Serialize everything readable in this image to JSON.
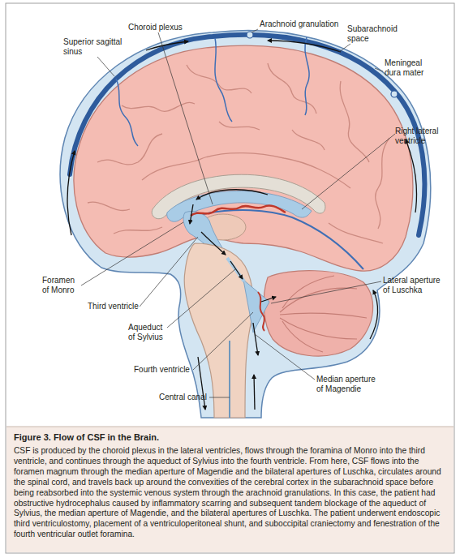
{
  "diagram": {
    "title": "Figure 3. Flow of CSF in the Brain.",
    "caption": "CSF is produced by the choroid plexus in the lateral ventricles, flows through the foramina of Monro into the third ventricle, and continues through the aqueduct of Sylvius into the fourth ventricle. From here, CSF flows into the foramen magnum through the median aperture of Magendie and the bilateral apertures of Luschka, circulates around the spinal cord, and travels back up around the convexities of the cerebral cortex in the subarachnoid space before being reabsorbed into the systemic venous system through the arachnoid granulations. In this case, the patient had obstructive hydrocephalus caused by inflammatory scarring and subsequent tandem blockage of the aqueduct of Sylvius, the median aperture of Magendie, and the bilateral apertures of Luschka. The patient underwent endoscopic third ventriculostomy, placement of a ventriculoperitoneal shunt, and suboccipital craniectomy and fenestration of the fourth ventricular outlet foramina.",
    "labels": [
      "Choroid plexus",
      "Arachnoid granulation",
      "Superior sagittal sinus",
      "Subarachnoid space",
      "Meningeal dura mater",
      "Right lateral ventricle",
      "Foramen of Monro",
      "Lateral aperture of Luschka",
      "Third ventricle",
      "Aqueduct of Sylvius",
      "Fourth ventricle",
      "Median aperture of Magendie",
      "Central canal"
    ]
  }
}
